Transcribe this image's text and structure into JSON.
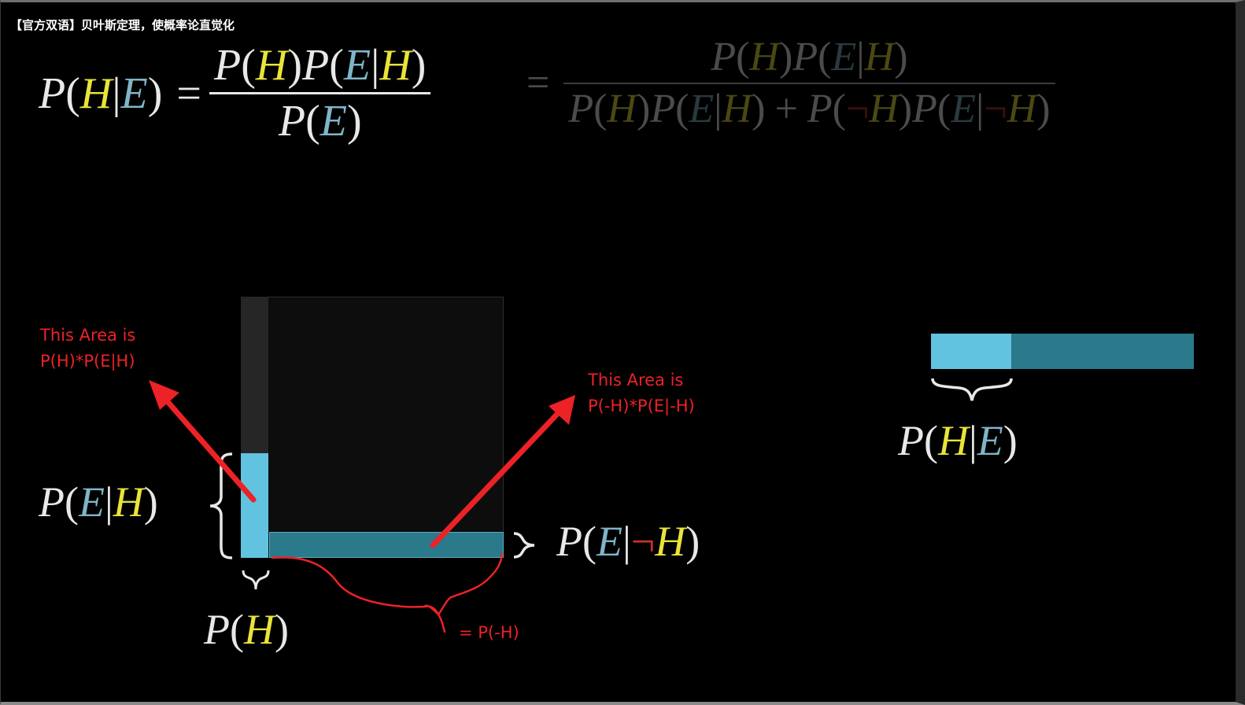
{
  "window": {
    "title": "【官方双语】贝叶斯定理，使概率论直觉化"
  },
  "formula": {
    "lhs_P": "P",
    "lhs_H": "H",
    "lhs_E": "E",
    "mid_eq": "=",
    "num_P1": "P",
    "num_H1": "H",
    "num_P2": "P",
    "num_E": "E",
    "num_H2": "H",
    "den_P": "P",
    "den_E": "E",
    "faded_eq": "=",
    "faded_num": {
      "P1": "P",
      "H1": "H",
      "P2": "P",
      "E": "E",
      "H2": "H"
    },
    "faded_den": {
      "P1": "P",
      "H1": "H",
      "P2": "P",
      "E1": "E",
      "H2": "H",
      "plus": "+",
      "P3": "P",
      "neg1": "¬",
      "H3": "H",
      "P4": "P",
      "E2": "E",
      "neg2": "¬",
      "H4": "H"
    }
  },
  "diagram": {
    "label_PEH": {
      "P": "P",
      "E": "E",
      "H": "H"
    },
    "label_PH": {
      "P": "P",
      "H": "H"
    },
    "label_PEnotH": {
      "P": "P",
      "E": "E",
      "neg": "¬",
      "H": "H"
    },
    "colors": {
      "light_blue": "#62c3e0",
      "dark_teal": "#2a7a8c",
      "square_bg": "#0d0d0d",
      "strip_bg": "#262626"
    },
    "quantities": {
      "prior_H_fraction": 0.1,
      "likelihood_E_given_H_fraction": 0.4,
      "likelihood_E_given_notH_fraction": 0.1
    }
  },
  "result_bar": {
    "label": {
      "P": "P",
      "H": "H",
      "E": "E"
    },
    "light_fraction": 0.3
  },
  "annotations": {
    "left_line1": "This Area is",
    "left_line2": "P(H)*P(E|H)",
    "right_line1": "This Area is",
    "right_line2": "P(-H)*P(E|-H)",
    "bottom": "= P(-H)"
  }
}
